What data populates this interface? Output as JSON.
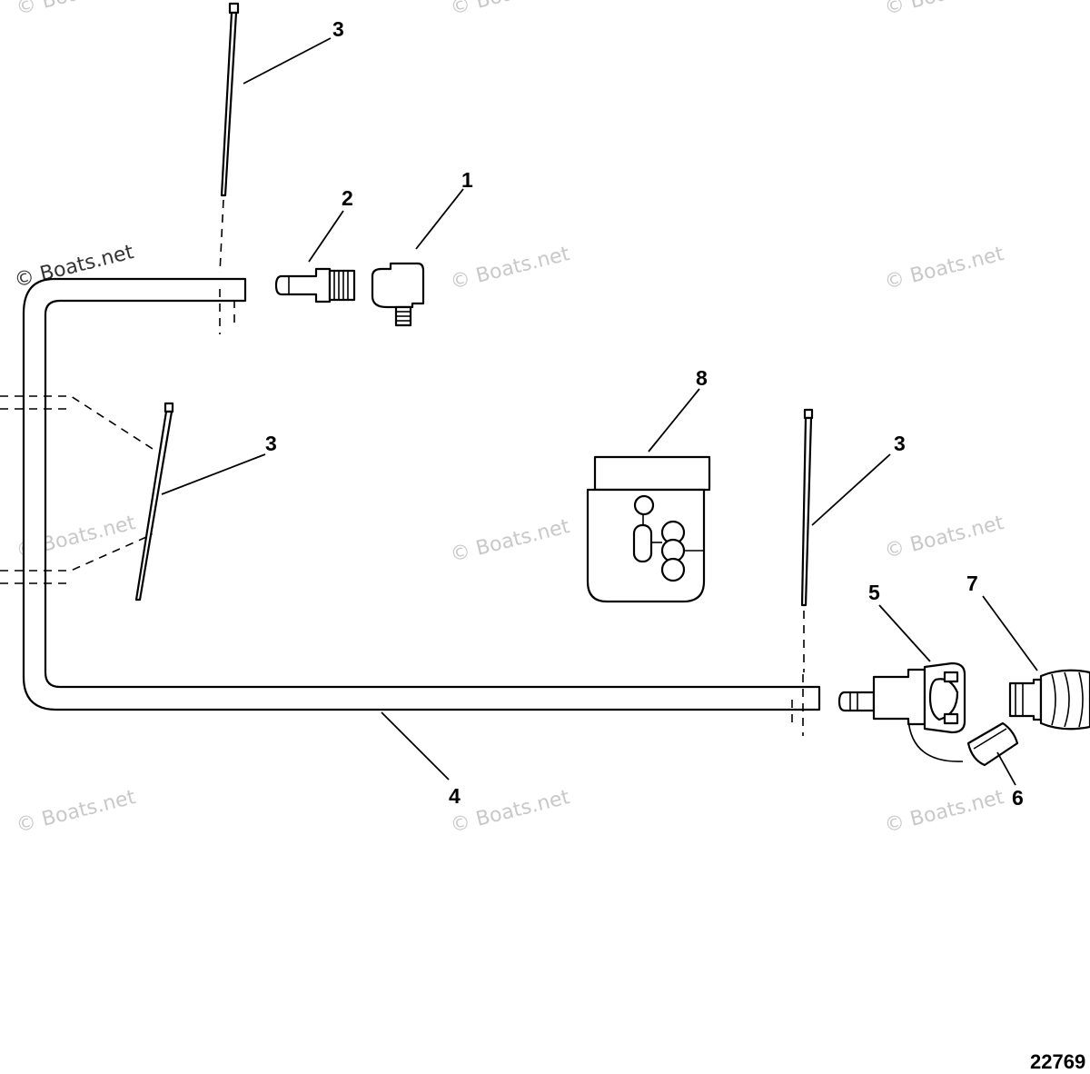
{
  "watermark": {
    "text": "© Boats.net",
    "dark_text": "© Boats.net",
    "color": "#c8c8c8"
  },
  "callouts": {
    "c1": "1",
    "c2": "2",
    "c3a": "3",
    "c3b": "3",
    "c3c": "3",
    "c4": "4",
    "c5": "5",
    "c6": "6",
    "c7": "7",
    "c8": "8"
  },
  "figure_number": "22769"
}
